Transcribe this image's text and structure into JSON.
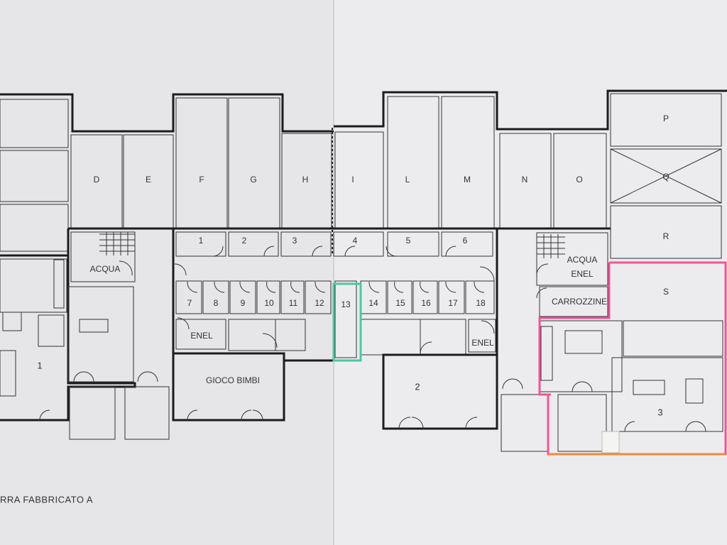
{
  "plan": {
    "title": "RRA FABBRICATO A",
    "cellars_top": [
      "D",
      "E",
      "F",
      "G",
      "H",
      "I",
      "L",
      "M",
      "N",
      "O"
    ],
    "right_stack": [
      "P",
      "Q",
      "R",
      "S"
    ],
    "boxes_row1": [
      "1",
      "2",
      "3",
      "4",
      "5",
      "6"
    ],
    "boxes_row2": [
      "7",
      "8",
      "9",
      "10",
      "11",
      "12",
      "13",
      "14",
      "15",
      "16",
      "17",
      "18"
    ],
    "rooms": {
      "acqua_left": "ACQUA",
      "acqua_right_1": "ACQUA",
      "acqua_right_2": "ENEL",
      "enel_left": "ENEL",
      "enel_right": "ENEL",
      "carrozzine": "CARROZZINE",
      "gioco_bimbi": "GIOCO BIMBI",
      "apt_1": "1",
      "apt_2": "2",
      "apt_3": "3"
    },
    "highlight_colors": {
      "pink": "#f0559a",
      "green": "#52c3a6",
      "orange": "#f0883a"
    }
  }
}
